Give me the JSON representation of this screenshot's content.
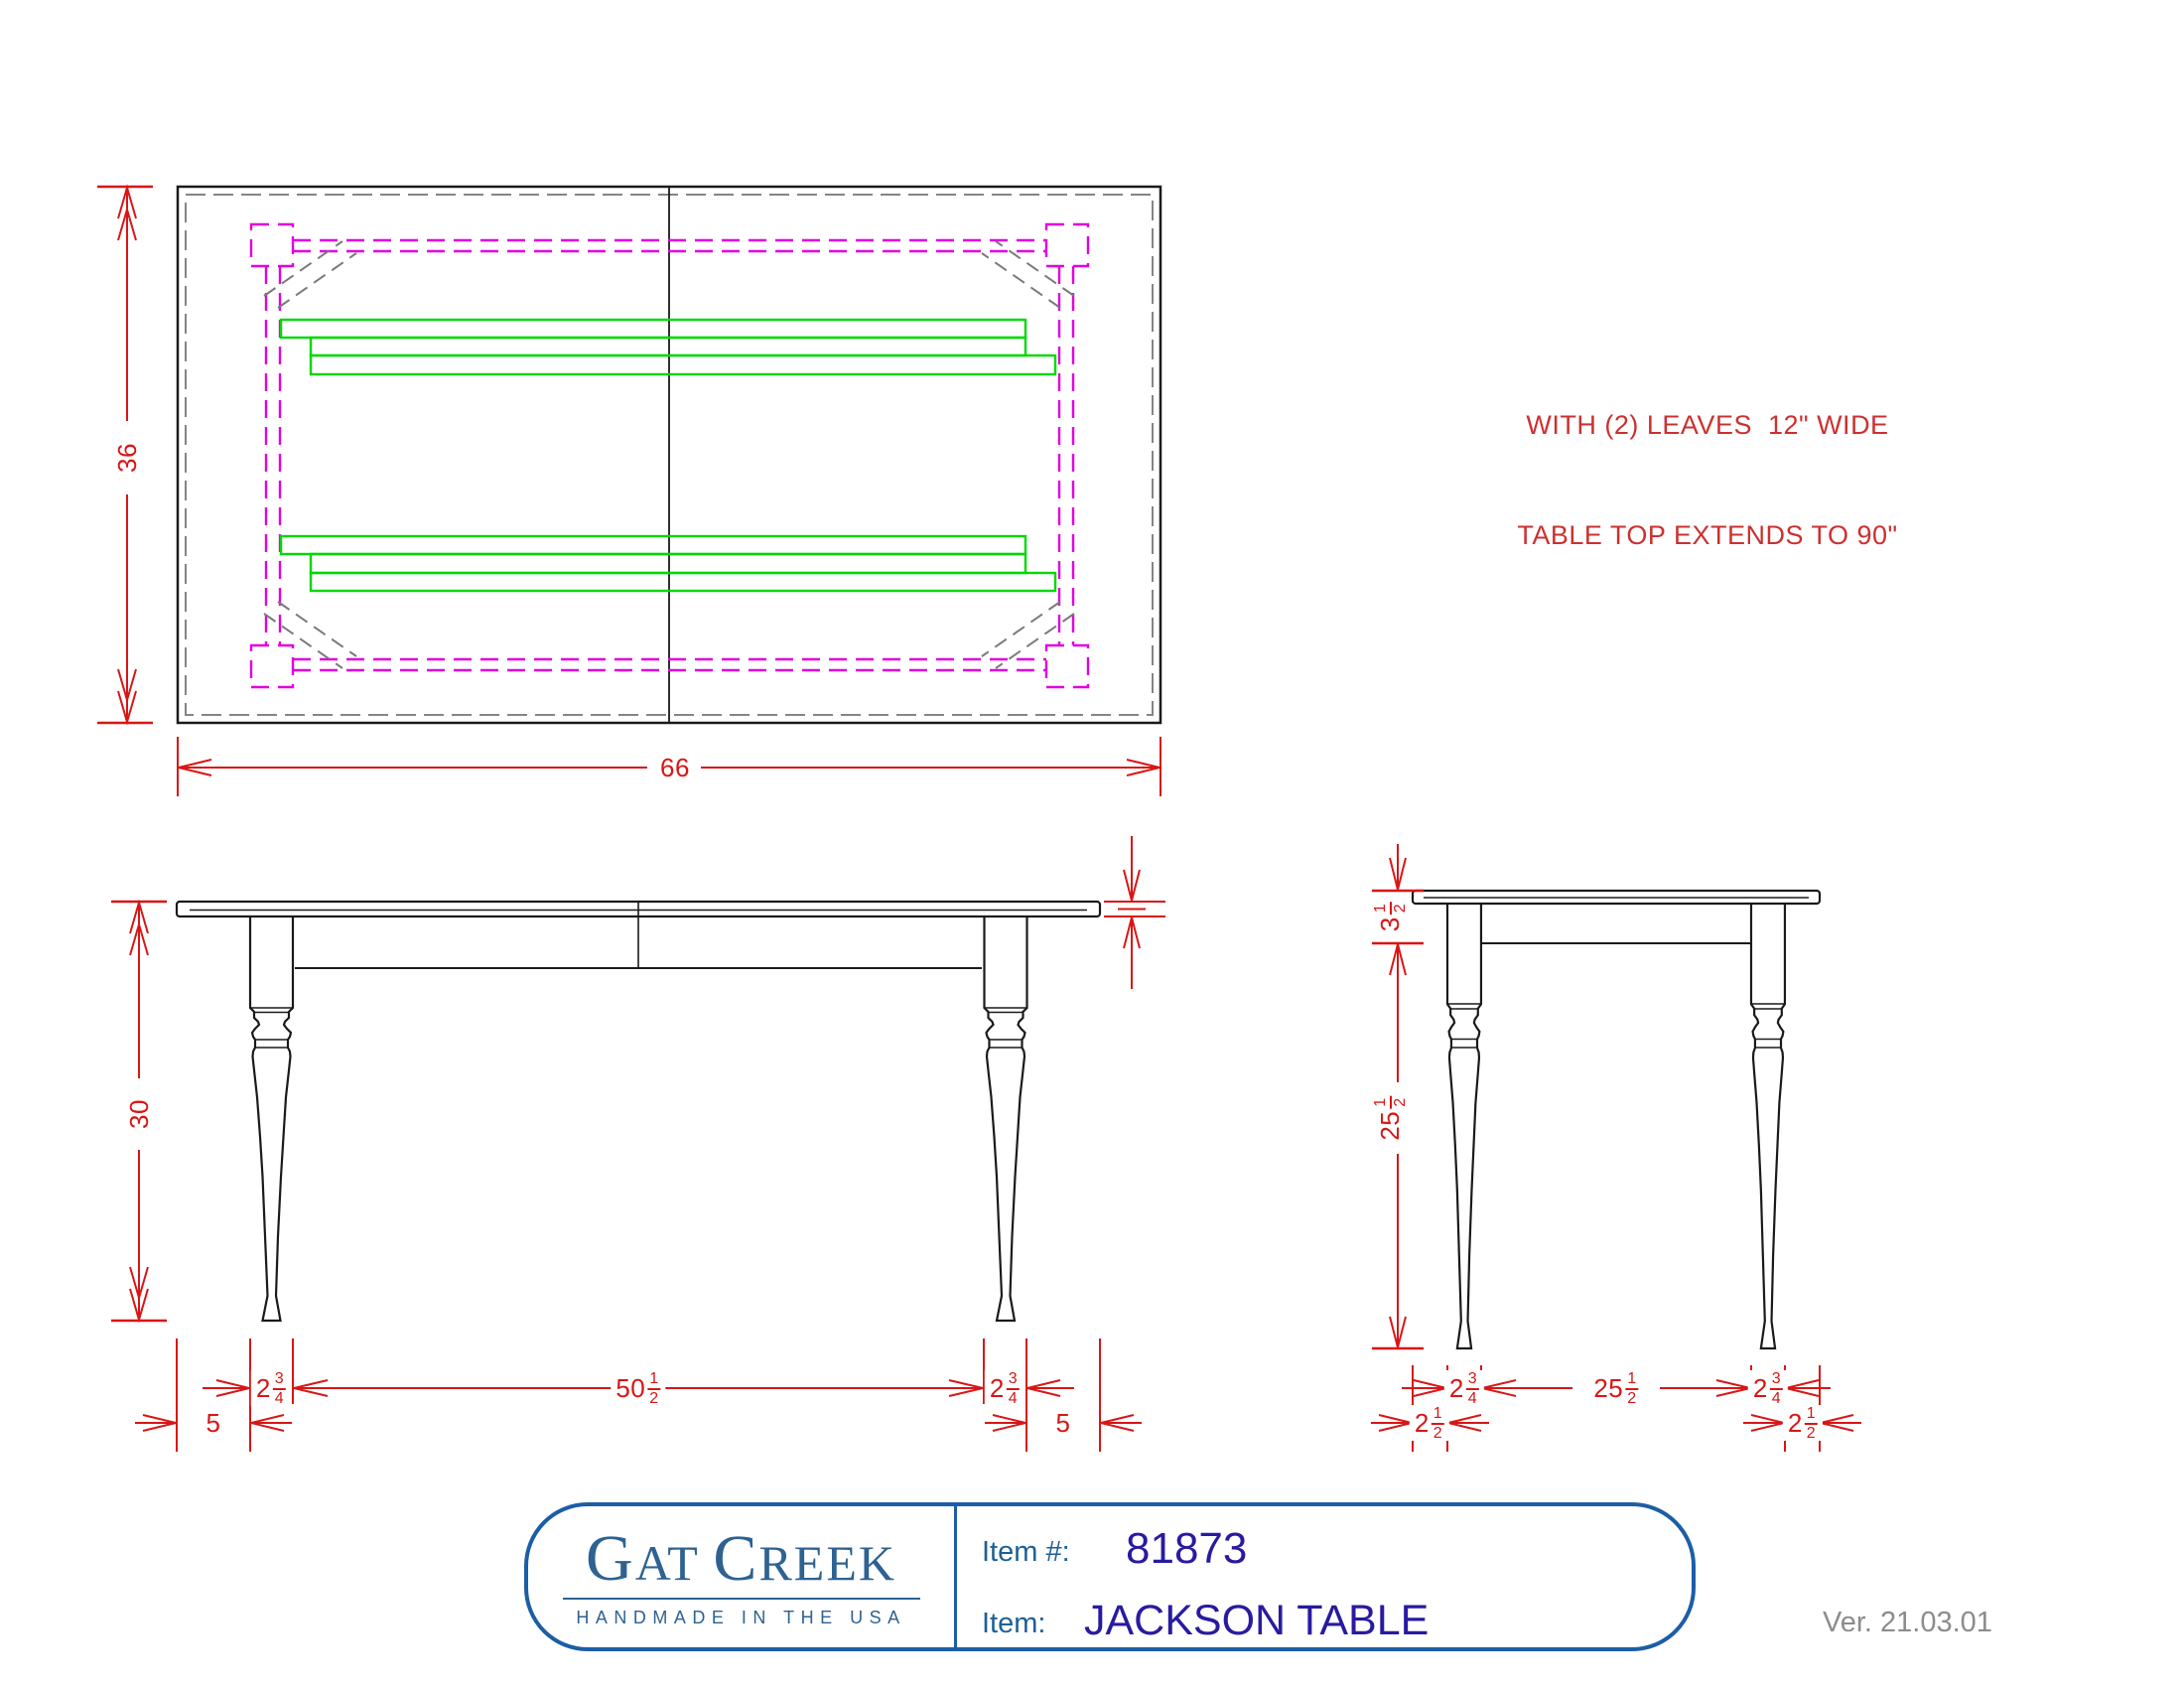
{
  "note": {
    "line1": "WITH (2) LEAVES  12\" WIDE",
    "line2": "TABLE TOP EXTENDS TO 90\""
  },
  "top_view": {
    "width_dim": "66",
    "depth_dim": "36"
  },
  "front_view": {
    "height_dim": "30",
    "leg_whole": "2",
    "leg_num": "3",
    "leg_den": "4",
    "span_whole": "50",
    "span_num": "1",
    "span_den": "2",
    "overhang": "5"
  },
  "side_view": {
    "apron_whole": "3",
    "apron_num": "1",
    "apron_den": "2",
    "leg_height_whole": "25",
    "leg_height_num": "1",
    "leg_height_den": "2",
    "leg_whole": "2",
    "leg_num": "3",
    "leg_den": "4",
    "span_whole": "25",
    "span_num": "1",
    "span_den": "2",
    "overhang_whole": "2",
    "overhang_num": "1",
    "overhang_den": "2"
  },
  "title_block": {
    "brand_initial_1": "G",
    "brand_rest_1": "AT ",
    "brand_initial_2": "C",
    "brand_rest_2": "REEK",
    "tagline": "HANDMADE IN THE USA",
    "item_no_label": "Item #:",
    "item_no": "81873",
    "item_label": "Item:",
    "item_name": "JACKSON TABLE"
  },
  "version": "Ver. 21.03.01",
  "colors": {
    "dimension_red": "#d81616",
    "note_red": "#cc3030",
    "slide_green": "#00d800",
    "apron_magenta": "#e000e0",
    "hidden_gray": "#858585",
    "line_black": "#1a1a1a",
    "title_border_blue": "#1c5ea6",
    "label_blue": "#1d6096",
    "value_indigo": "#281ba0",
    "brand_blue": "#2d6292",
    "version_gray": "#8c8c8c"
  }
}
